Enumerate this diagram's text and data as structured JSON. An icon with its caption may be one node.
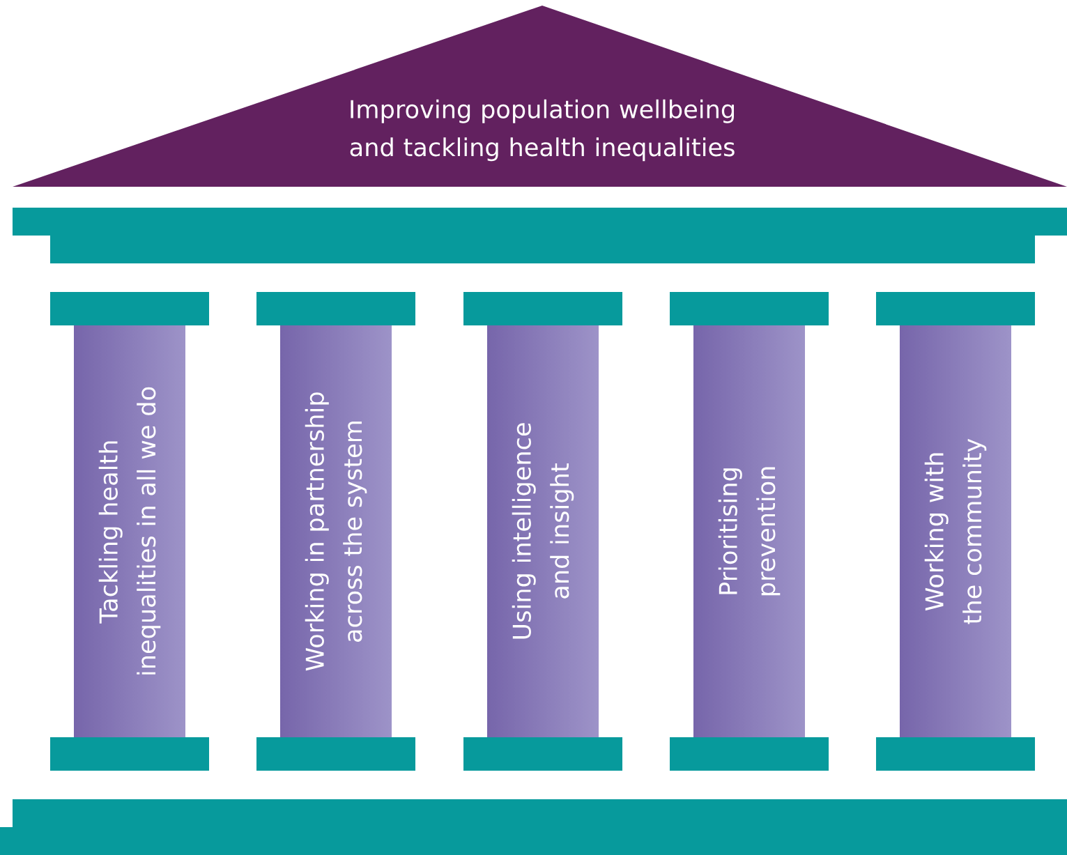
{
  "diagram": {
    "nodes": [
      {
        "text": [
          "Improving population wellbeing and tackling health inequalities"
        ]
      },
      {
        "text": [
          "Tackling health inequalities in all we do"
        ]
      },
      {
        "text": [
          "Working in partnership across the system"
        ]
      },
      {
        "text": [
          "Using intelligence and insight"
        ]
      },
      {
        "text": [
          "Prioritising prevention"
        ]
      },
      {
        "text": [
          "Working with the community"
        ]
      }
    ]
  }
}
